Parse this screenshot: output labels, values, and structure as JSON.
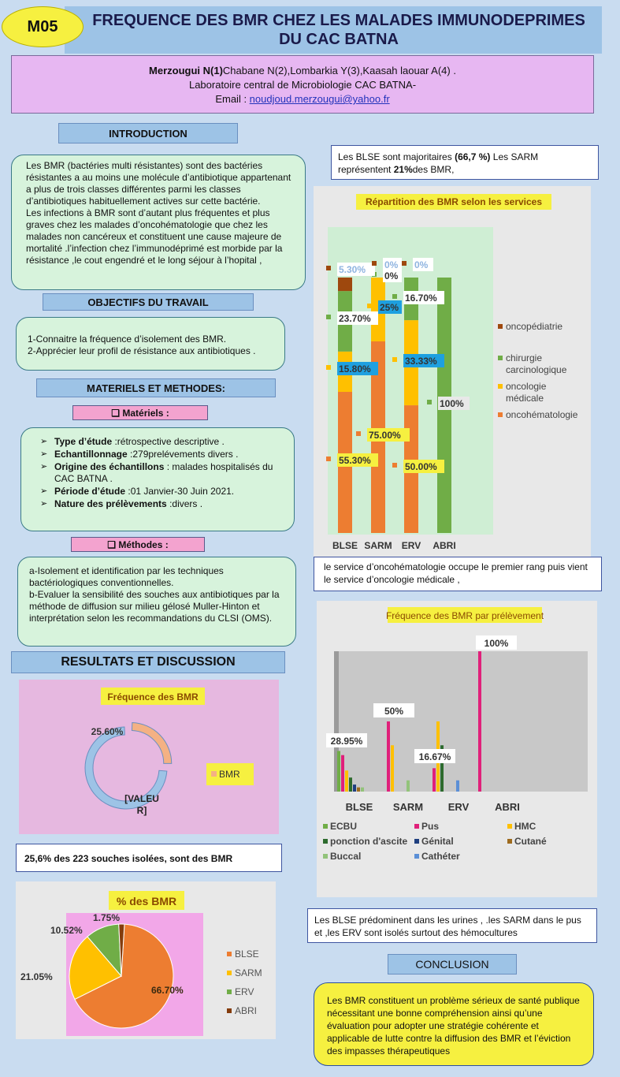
{
  "header": {
    "code": "M05",
    "title_line1": "FREQUENCE  DES BMR CHEZ LES MALADES IMMUNODEPRIMES",
    "title_line2": "DU CAC BATNA"
  },
  "authors": {
    "lead": "Merzougui N(1)",
    "rest": "Chabane N(2),Lombarkia Y(3),Kaasah laouar A(4) .",
    "lab": "Laboratoire central de Microbiologie CAC BATNA-",
    "email_label": "Email : ",
    "email": "noudjoud.merzougui@yahoo.fr"
  },
  "introduction": {
    "heading": "INTRODUCTION",
    "p1": " Les BMR (bactéries multi résistantes) sont des bactéries résistantes a au moins une molécule d’antibiotique appartenant a plus de trois classes différentes parmi les classes d’antibiotiques habituellement actives sur cette bactérie.",
    "p2": "Les infections à BMR sont d’autant plus fréquentes et plus graves chez les malades d’oncohématologie que chez les malades non cancéreux et constituent une cause majeure de mortalité .l’infection chez l’immunodéprimé est morbide par la résistance ,le cout engendré et le long séjour à l’hopital ,"
  },
  "objectifs": {
    "heading": "OBJECTIFS DU TRAVAIL",
    "l1": "1-Connaitre la fréquence d’isolement des BMR.",
    "l2": "2-Apprécier leur profil de résistance aux antibiotiques  ."
  },
  "methodes_section": {
    "heading": "MATERIELS ET METHODES:",
    "materiels_label": "❑ Matériels :",
    "materiels": [
      {
        "k": "Type d’étude",
        "v": " :rétrospective descriptive ."
      },
      {
        "k": "Echantillonnage",
        "v": " :279prelévements divers ."
      },
      {
        "k": " Origine des échantillons",
        "v": " : malades hospitalisés du CAC BATNA ."
      },
      {
        "k": "Période d’étude",
        "v": " :01 Janvier-30 Juin 2021."
      },
      {
        "k": "Nature des prélèvements",
        "v": " :divers ."
      }
    ],
    "methodes_label": "❑ Méthodes :",
    "m1": "a-Isolement et identification par les techniques bactériologiques conventionnelles.",
    "m2": "b-Evaluer la sensibilité des souches aux antibiotiques par la méthode de diffusion sur milieu gélosé Muller-Hinton et interprétation selon les recommandations du CLSI (OMS)."
  },
  "resultats": {
    "heading": "RESULTATS ET DISCUSSION",
    "summary_bmr": "25,6% des 223 souches isolées, sont des BMR",
    "note_blse_pre": "Les BLSE sont majoritaires ",
    "note_blse_bold": "(66,7 %)",
    "note_blse_mid": " Les SARM représentent ",
    "note_blse_bold2": "21%",
    "note_blse_post": "des BMR,",
    "note_service": " le service d’oncohématologie occupe le premier rang puis vient le  service d’oncologie médicale ,",
    "note_prelev": "Les BLSE prédominent  dans les urines , .les SARM dans le pus et  ,les ERV sont isolés surtout des hémocultures"
  },
  "conclusion": {
    "heading": "CONCLUSION",
    "text": "Les BMR constituent un problème sérieux de santé publique nécessitant une bonne compréhension ainsi qu’une évaluation pour adopter une stratégie cohérente et applicable de lutte contre la diffusion des BMR et l’éviction des impasses thérapeutiques"
  },
  "chart_data": [
    {
      "type": "pie",
      "variant": "doughnut",
      "title": "Fréquence des BMR",
      "labels": [
        "BMR",
        ""
      ],
      "values": [
        25.6,
        74.4
      ],
      "data_labels": [
        "25.60%",
        "[VALEUR]"
      ],
      "legend": [
        "BMR"
      ],
      "colors": {
        "BMR": "#f4b183",
        "rest": "#9dc3e6",
        "bg": "#e6b8e0"
      }
    },
    {
      "type": "pie",
      "title": "% des BMR",
      "labels": [
        "BLSE",
        "SARM",
        "ERV",
        "ABRI"
      ],
      "values": [
        66.7,
        21.05,
        10.52,
        1.75
      ],
      "data_labels": [
        "66.70%",
        "21.05%",
        "10.52%",
        "1.75%"
      ],
      "colors": [
        "#ed7d31",
        "#ffc000",
        "#70ad47",
        "#843c0c"
      ]
    },
    {
      "type": "bar",
      "variant": "stacked-100",
      "title": "Répartition des BMR selon les services",
      "categories": [
        "BLSE",
        "SARM",
        "ERV",
        "ABRI"
      ],
      "series": [
        {
          "name": "oncohématologie",
          "values": [
            55.3,
            75.0,
            50.0,
            0
          ],
          "labels": [
            "55.30%",
            "75.00%",
            "50.00%",
            ""
          ],
          "color": "#ed7d31"
        },
        {
          "name": "oncologie médicale",
          "values": [
            15.8,
            25,
            33.33,
            0
          ],
          "labels": [
            "15.80%",
            "25%",
            "33.33%",
            ""
          ],
          "color": "#ffc000"
        },
        {
          "name": "chirurgie carcinologique",
          "values": [
            23.7,
            0,
            16.7,
            100
          ],
          "labels": [
            "23.70%",
            "0%",
            "16.70%",
            "100%"
          ],
          "color": "#70ad47"
        },
        {
          "name": "oncopédiatrie",
          "values": [
            5.3,
            0,
            0,
            0
          ],
          "labels": [
            "5.30%",
            "0%",
            "0%",
            ""
          ],
          "color": "#9e480e"
        }
      ],
      "ylim": [
        0,
        100
      ],
      "legend_position": "right"
    },
    {
      "type": "bar",
      "title": "Fréquence des BMR par prélèvement",
      "categories": [
        "BLSE",
        "SARM",
        "ERV",
        "ABRI"
      ],
      "series": [
        {
          "name": "ECBU",
          "values": [
            28.95,
            0,
            0,
            0
          ],
          "color": "#70ad47"
        },
        {
          "name": "Pus",
          "values": [
            26,
            50,
            16.67,
            100
          ],
          "color": "#e0207a"
        },
        {
          "name": "HMC",
          "values": [
            15,
            33,
            50,
            0
          ],
          "color": "#ffc000"
        },
        {
          "name": "ponction d'ascite",
          "values": [
            10,
            0,
            33,
            0
          ],
          "color": "#2e6b2e"
        },
        {
          "name": "Génital",
          "values": [
            5,
            0,
            0,
            0
          ],
          "color": "#1f3f7f"
        },
        {
          "name": "Cutané",
          "values": [
            3,
            0,
            0,
            0
          ],
          "color": "#9e6b1e"
        },
        {
          "name": "Buccal",
          "values": [
            3,
            8,
            0,
            0
          ],
          "color": "#92c37a"
        },
        {
          "name": "Cathéter",
          "values": [
            0,
            0,
            8,
            0
          ],
          "color": "#5b8fd6"
        }
      ],
      "data_labels": [
        "28.95%",
        "50%",
        "16.67%",
        "100%"
      ],
      "ylim": [
        0,
        100
      ],
      "legend_position": "bottom"
    }
  ]
}
